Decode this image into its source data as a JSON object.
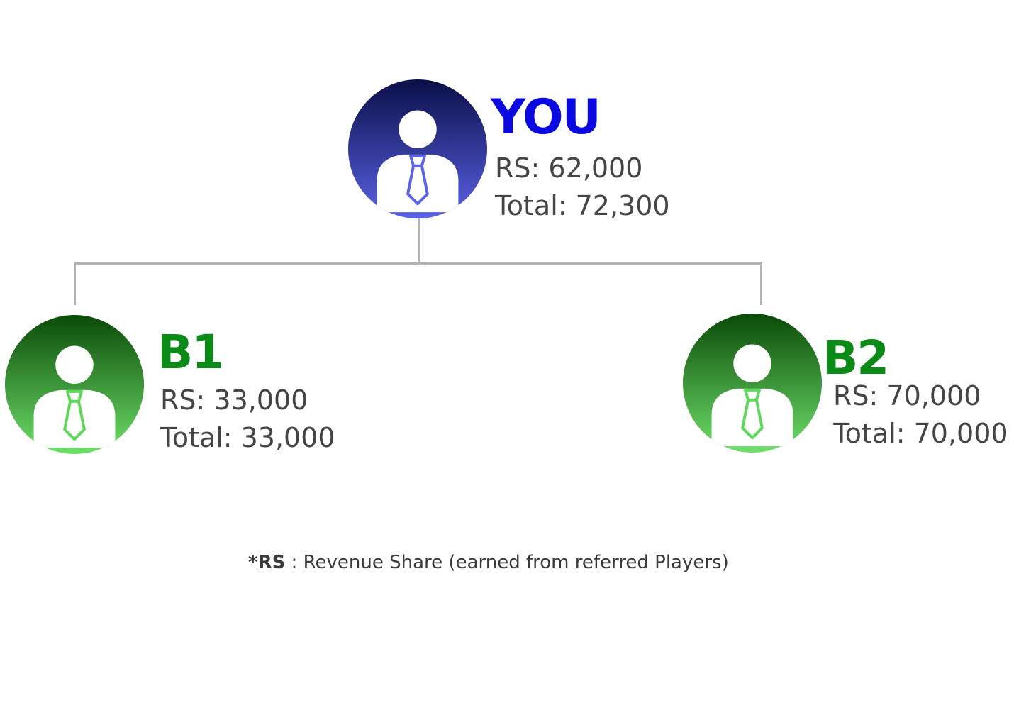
{
  "nodes": {
    "you": {
      "name": "YOU",
      "rs": "RS: 62,000",
      "total": "Total: 72,300",
      "name_color": "#0a0ae0"
    },
    "b1": {
      "name": "B1",
      "rs": "RS: 33,000",
      "total": "Total: 33,000",
      "name_color": "#0b8a17"
    },
    "b2": {
      "name": "B2",
      "rs": "RS: 70,000",
      "total": "Total: 70,000",
      "name_color": "#0b8a17"
    }
  },
  "footnote": {
    "star": "*",
    "abbr": "RS",
    "text": " : Revenue Share (earned from referred Players)"
  },
  "colors": {
    "you_gradient": [
      "#0a0f48",
      "#5a62e6"
    ],
    "child_gradient": [
      "#0b4a08",
      "#6fe06a"
    ],
    "connector": "#b3b3b3",
    "you_icon_line": "#5a62e6",
    "child_icon_line": "#5fd75a"
  },
  "icons": {
    "avatar": "person-with-tie-icon"
  }
}
